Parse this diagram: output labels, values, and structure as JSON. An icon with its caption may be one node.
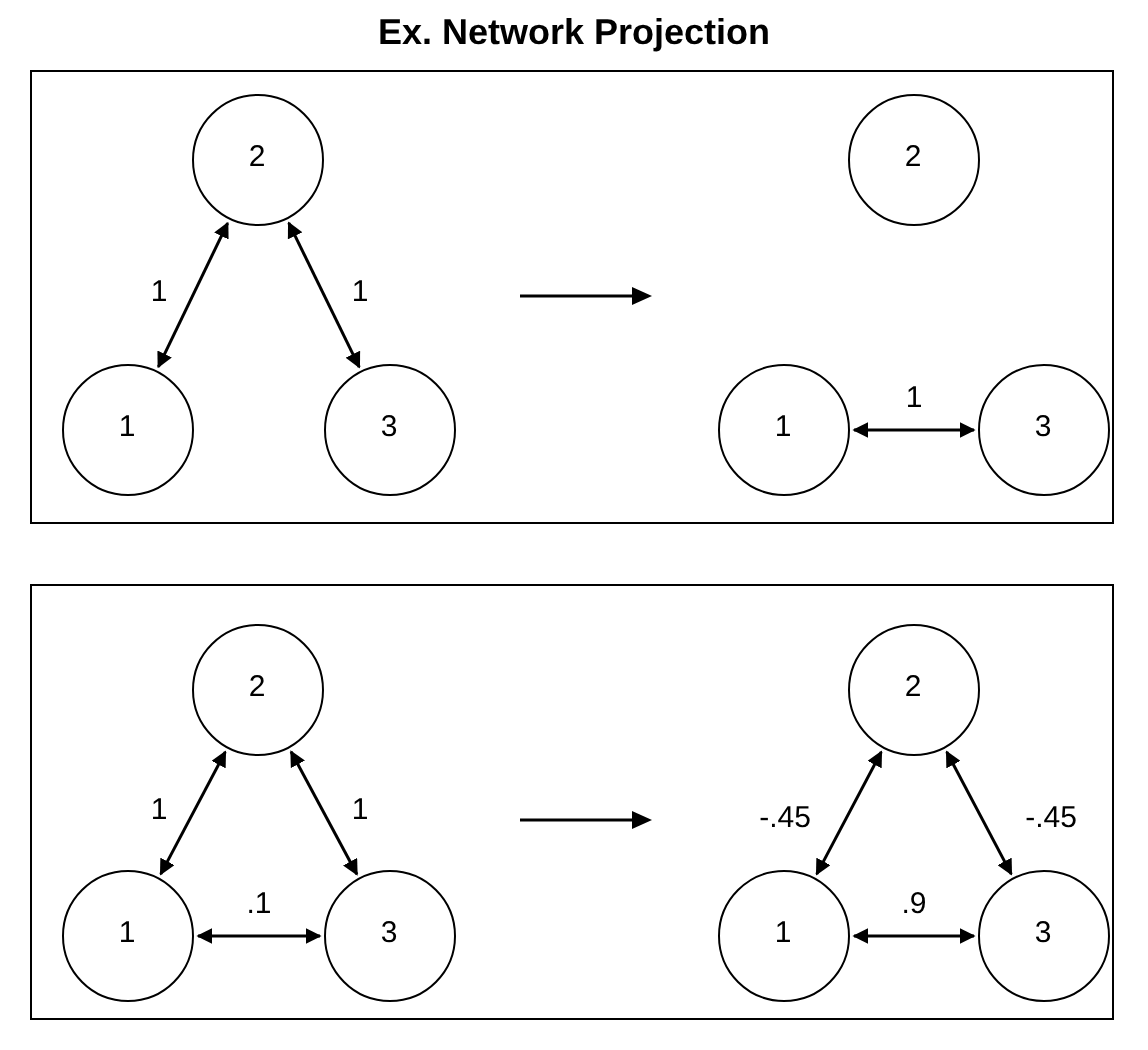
{
  "diagram": {
    "title": "Ex. Network Projection",
    "nodes": [
      {
        "text": [],
        "shape": "box"
      },
      {
        "text": [
          "2"
        ],
        "in": 0
      },
      {
        "text": [
          "1"
        ],
        "in": 0
      },
      {
        "text": [
          "3"
        ],
        "in": 0
      },
      {
        "text": [
          "2"
        ],
        "in": 0
      },
      {
        "text": [
          "1"
        ],
        "in": 0
      },
      {
        "text": [
          "3"
        ],
        "in": 0
      },
      {
        "text": [],
        "shape": "box"
      },
      {
        "text": [
          "2"
        ],
        "in": 7
      },
      {
        "text": [
          "1"
        ],
        "in": 7
      },
      {
        "text": [
          "3"
        ],
        "in": 7
      },
      {
        "text": [
          "2"
        ],
        "in": 7
      },
      {
        "text": [
          "1"
        ],
        "in": 7
      },
      {
        "text": [
          "3"
        ],
        "in": 7
      }
    ],
    "edges": [
      {
        "from": 1,
        "to": 2,
        "arrow": "both",
        "label": "1"
      },
      {
        "from": 1,
        "to": 3,
        "arrow": "both",
        "label": "1"
      },
      {
        "from": 5,
        "to": 6,
        "arrow": "both",
        "label": "1"
      },
      {
        "from": 8,
        "to": 9,
        "arrow": "both",
        "label": "1"
      },
      {
        "from": 8,
        "to": 10,
        "arrow": "both",
        "label": "1"
      },
      {
        "from": 9,
        "to": 10,
        "arrow": "both",
        "label": ".1"
      },
      {
        "from": 11,
        "to": 12,
        "arrow": "both",
        "label": "-.45"
      },
      {
        "from": 11,
        "to": 13,
        "arrow": "both",
        "label": "-.45"
      },
      {
        "from": 12,
        "to": 13,
        "arrow": "both",
        "label": ".9"
      }
    ]
  }
}
